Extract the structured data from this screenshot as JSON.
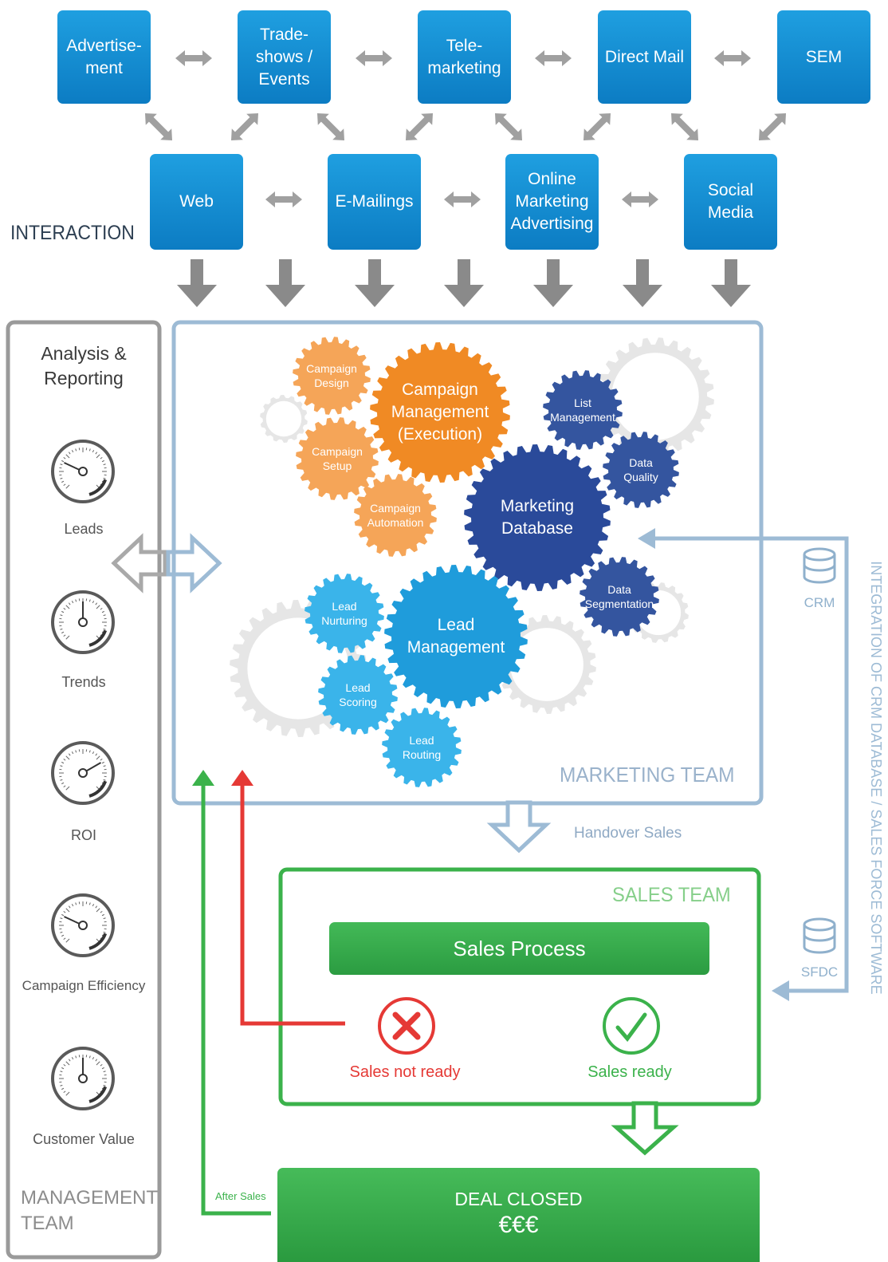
{
  "channels": {
    "row1": [
      "Advertise-\nment",
      "Trade-\nshows /\nEvents",
      "Tele-\nmarketing",
      "Direct Mail",
      "SEM"
    ],
    "row2": [
      "Web",
      "E-Mailings",
      "Online\nMarketing\nAdvertising",
      "Social\nMedia"
    ]
  },
  "interaction_label": "INTERACTION",
  "management": {
    "title": "Analysis &\nReporting",
    "gauges": [
      "Leads",
      "Trends",
      "ROI",
      "Campaign Efficiency",
      "Customer Value"
    ],
    "team": "MANAGEMENT\nTEAM"
  },
  "marketing": {
    "gears": {
      "campaign_design": "Campaign\nDesign",
      "campaign_management": "Campaign\nManagement\n(Execution)",
      "campaign_setup": "Campaign\nSetup",
      "campaign_automation": "Campaign\nAutomation",
      "list_management": "List\nManagement",
      "data_quality": "Data\nQuality",
      "marketing_database": "Marketing\nDatabase",
      "data_segmentation": "Data\nSegmentation",
      "lead_nurturing": "Lead\nNurturing",
      "lead_management": "Lead\nManagement",
      "lead_scoring": "Lead\nScoring",
      "lead_routing": "Lead\nRouting"
    },
    "team": "MARKETING TEAM"
  },
  "handover": "Handover Sales",
  "integration": {
    "crm": "CRM",
    "sfdc": "SFDC",
    "vertical_label": "INTEGRATION OF CRM DATABASE / SALES FORCE SOFTWARE"
  },
  "sales": {
    "team": "SALES TEAM",
    "process": "Sales Process",
    "not_ready": "Sales not ready",
    "ready": "Sales ready"
  },
  "deal": {
    "title": "DEAL CLOSED",
    "amount": "€€€"
  },
  "after_sales": "After Sales",
  "colors": {
    "channel_blue": "#1490d6",
    "orange": "#f08a24",
    "orange_light": "#f5a558",
    "navy": "#2a4a9a",
    "navy_mid": "#34559f",
    "cyan": "#1f9cdb",
    "cyan_light": "#3ab4ea",
    "light_steel": "#9dbbd5",
    "green": "#3bb24b",
    "red": "#e53935",
    "gray": "#9a9a9a"
  }
}
